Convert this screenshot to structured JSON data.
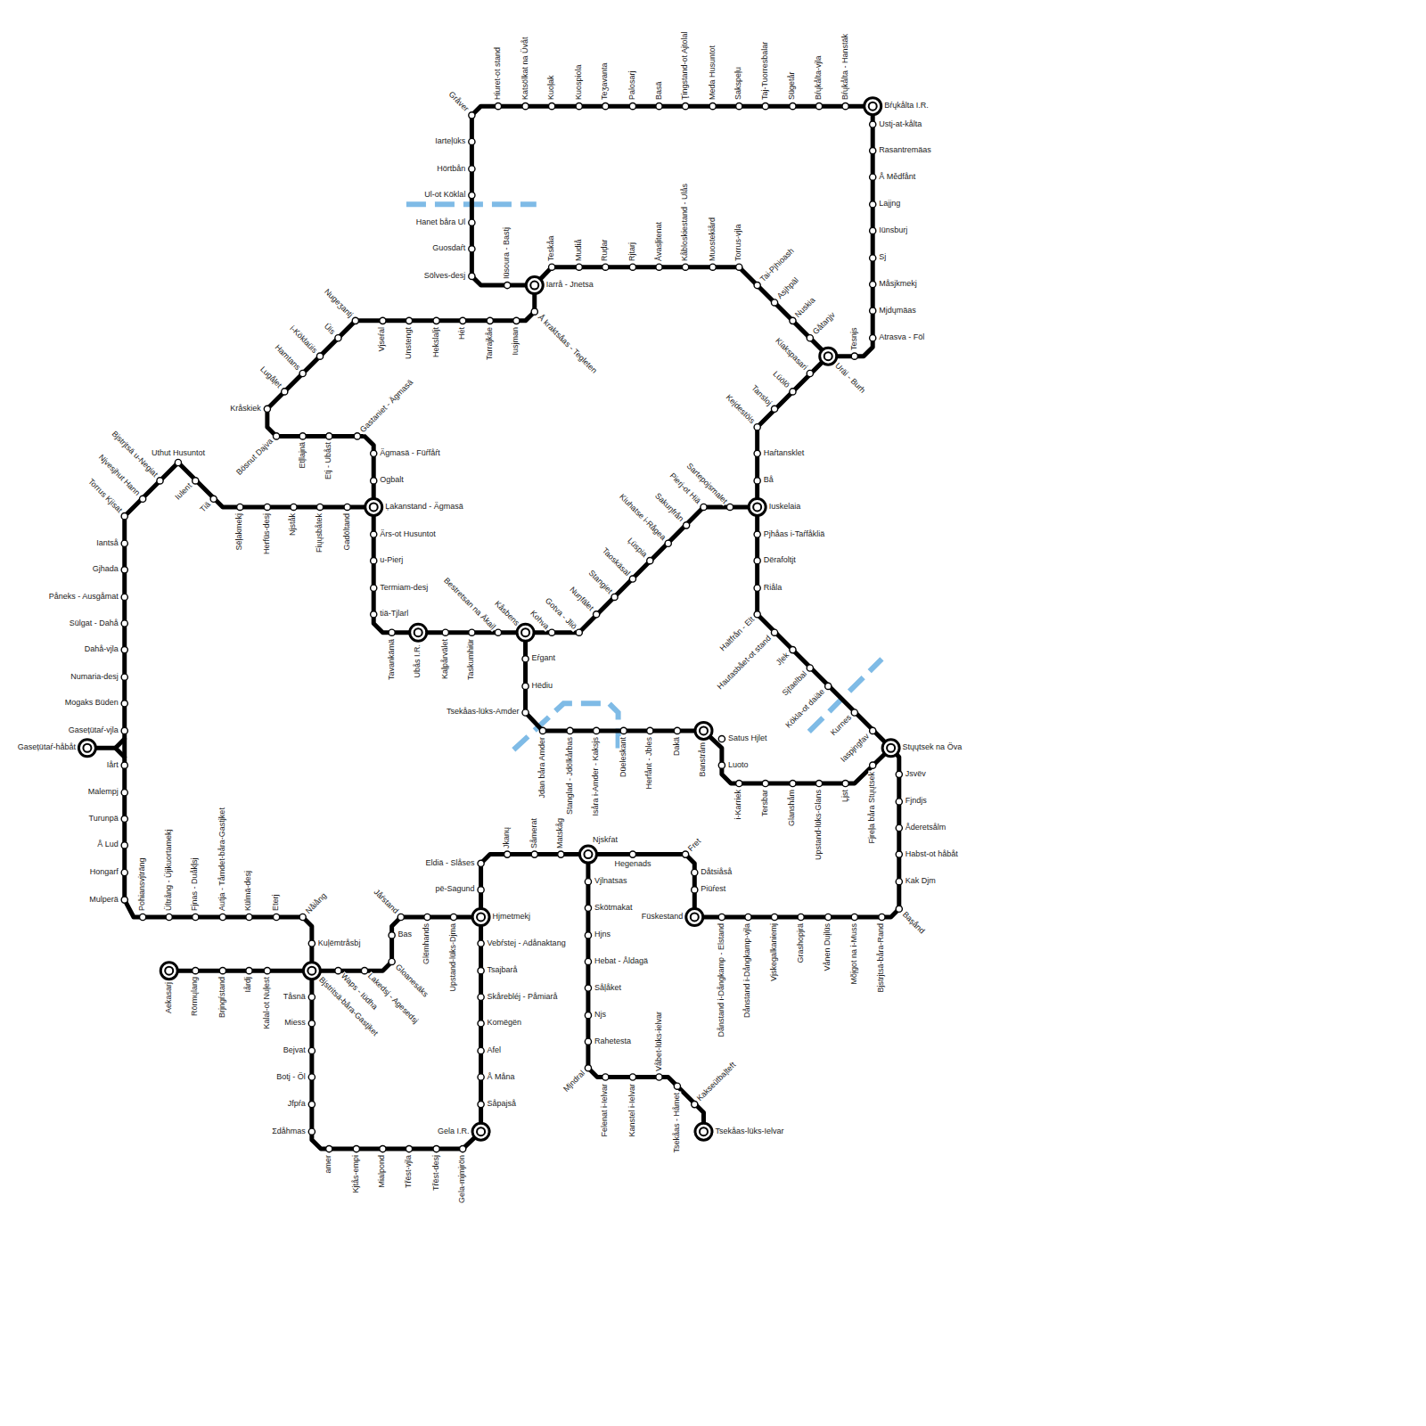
{
  "diagram": {
    "labels": [
      "Sölves-desj",
      "Guosdaŕt",
      "Hanet båra Ul",
      "Ul-ot Köklal",
      "Hörtbån",
      "Iarteļüks",
      "Gråver",
      "Hiuret-ot stand",
      "Katsölkat na Üvåt",
      "Kuoļak",
      "Kuospiola",
      "Teʒavanta",
      "Palosarj",
      "Basä",
      "Ţingstand-ot Ajtolal",
      "Meda Husuntot",
      "Sakspeļu",
      "Taj-Tuorresbalar",
      "Sügetår",
      "Bŕųkålta-vjla",
      "Bŕųkålta - Hanstäk",
      "Bŕųkålta I.R.",
      "Ustj-at-kålta",
      "Rasantremäas",
      "Å Mědfånt",
      "Laįjng",
      "Iünsburj",
      "Sj",
      "Måsjkmekj",
      "Mjdųmäas",
      "Atrasva - Föl",
      "Tesnjs",
      "Uräi - Burh",
      "Iüsoura - Bastj",
      "Iarrå - Jnetsa",
      "Teskåa",
      "Mudiå",
      "Ruḑar",
      "Rjtarj",
      "Åvasļitenat",
      "Kåbloskiestand - Ulås",
      "Muostekiård",
      "Torrus-vjla",
      "Tai-Pjhioash",
      "Asjhpäl",
      "Nuskia",
      "Gåtaŋjv",
      "Å kraktsåas - Tegleten",
      "Iusjman",
      "Tarrajkåe",
      "Hėt",
      "Hekslaljt",
      "Unstengt",
      "Vjseŕal",
      "Nugeʒantj",
      "Ūis",
      "i-Köklaüis",
      "Hamtans",
      "Lugåļet",
      "Kråskiek",
      "Bösnut Dajva",
      "Etļlajnä",
      "Etj - Ubåst",
      "Gastaniet - Ägmasä",
      "Ägmasä - Füŕfåŕt",
      "Ogbalt",
      "Ļakanstand - Ägmasä",
      "Ärs-ot Husuntot",
      "u-Pierj",
      "Termiam-desj",
      "tiä-Tjlarl",
      "Tavankämä",
      "Ubås I.R.",
      "Kaļpårvälet",
      "Taskumhiür",
      "Bestretsan na Äkaiļ",
      "Kåsbens",
      "Kohva",
      "Gotva - Jliö",
      "Nuŋfälet",
      "Stangiet",
      "Taoskäsal",
      "Ļüspia",
      "Kiuhatse i-Rågea",
      "Sakuŋfrån",
      "Pierj-ot Hiä",
      "Sartepojsmalet",
      "Iuskelaia",
      "Gadöltand",
      "Fiųųsbåtek",
      "Njståk",
      "Herfüs-desj",
      "Sëļakmekj",
      "Tiä",
      "Iulent",
      "Uthut Husuntot",
      "Bjstrjtsä u-Negiat",
      "Njvesjhut Hann",
      "Torrus Kjisat",
      "Iantså",
      "Gjhada",
      "Påneks - Ausgåmat",
      "Sülgat - Dahå",
      "Dahå-vjla",
      "Numaria-desj",
      "Mogaks Büden",
      "Gasețütaŕ-vjla",
      "Gasețütaŕ-håbåt",
      "Iårt",
      "Malempj",
      "Turunpä",
      "Å Lud",
      "Hongarf",
      "Mulperä",
      "Pohiansvjträng",
      "Ültrång - Üjikuortamekj",
      "Fjnas - Duåkļsj",
      "Autja - Tåmdet-båra-Gastjket",
      "Külmä-desj",
      "Eterj",
      "Nåiång",
      "Kuļëmtråsbj",
      "Bjstritsä-båra-Gastjket",
      "Tåsnä",
      "Miess",
      "Bejvat",
      "Botj - Öl",
      "Jfpŕa",
      "Ʃdåhmas",
      "amer",
      "Kjtås-empi",
      "Mialpond",
      "Třëst-vjla",
      "Třëst-desj",
      "Gela-mjmjrön",
      "Gela I.R.",
      "Såpajså",
      "Å Måna",
      "Afel",
      "Komëgën",
      "Skårebléj - Påmiarå",
      "Tsajbarå",
      "Vebŕstej - Adånaktang",
      "Hjmetmekj",
      "pë-Sagund",
      "Eldiä - Slåses",
      "Jkanų",
      "Såmerat",
      "Matskåg",
      "Njskŕat",
      "Aekasarj",
      "Rörmųlang",
      "Brjngŕstand",
      "Iårdj",
      "Kalal-ot Nuļest",
      "Waps - Iüdha",
      "Lakedsj - Agesedsj",
      "Gloanesäks",
      "Bas",
      "Jåŕstand",
      "Glëmhands",
      "Upstand-lüks-Djma",
      "Eŕgant",
      "Hëdiu",
      "Tsekåas-lüks-Amder",
      "Jdan båra Amder",
      "Stanglad - Jdölkårbas",
      "Isåra i-Amder - Kaksjs",
      "Düeleskant",
      "Herfånt - Jbles",
      "Dakä",
      "Banstråm",
      "Satus Hjlet",
      "Luoto",
      "i-Karriek",
      "Tersbar",
      "Glanshåm",
      "Upstand-lüks-Glans",
      "Ļjst",
      "Fjreļa båra Stųųtsek",
      "Stųųtsek na Öva",
      "Kiakspasari",
      "Lüölö",
      "Tansloj",
      "Keįdestöis",
      "Haŕtansklet",
      "Bå",
      "Pjhåas i-Taŕfåkliä",
      "Dërafoltjt",
      "Riåla",
      "Haltfrån - Elt",
      "Hautasbået-ot stand",
      "Jļek",
      "Sjtaelbal",
      "Kökla-ot daiäe",
      "Kurnes",
      "Iaspjngfav",
      "Jsvëv",
      "Fjndjs",
      "Åderetsålm",
      "Habst-ot håbåt",
      "Kak Djm",
      "Bașånd",
      "Bjstrjtsä-båra-Rand",
      "Mõįgot na i-Muss",
      "Vånen Duįlüs",
      "Grashopjrä",
      "Vjskegalkaniemj",
      "Dånstand i-Dångkamp-vjla",
      "Dånstand i-Dångkamp - Elstand",
      "Füskestand",
      "Piüŕest",
      "Dåtsiåså",
      "Fret",
      "Hegenads",
      "Vjlnatsas",
      "Skötmakat",
      "Hjns",
      "Hebat - Åldagä",
      "Såļåket",
      "Njs",
      "Rahetesta",
      "Mjndral",
      "Felenat i-Ielvar",
      "Kanstel i-Ielvar",
      "Våbet-lüks-ielvar",
      "Tsekåas - Håmet",
      "Kakseütbaļteft",
      "Tsekåas-lüks-Ielvar"
    ]
  }
}
